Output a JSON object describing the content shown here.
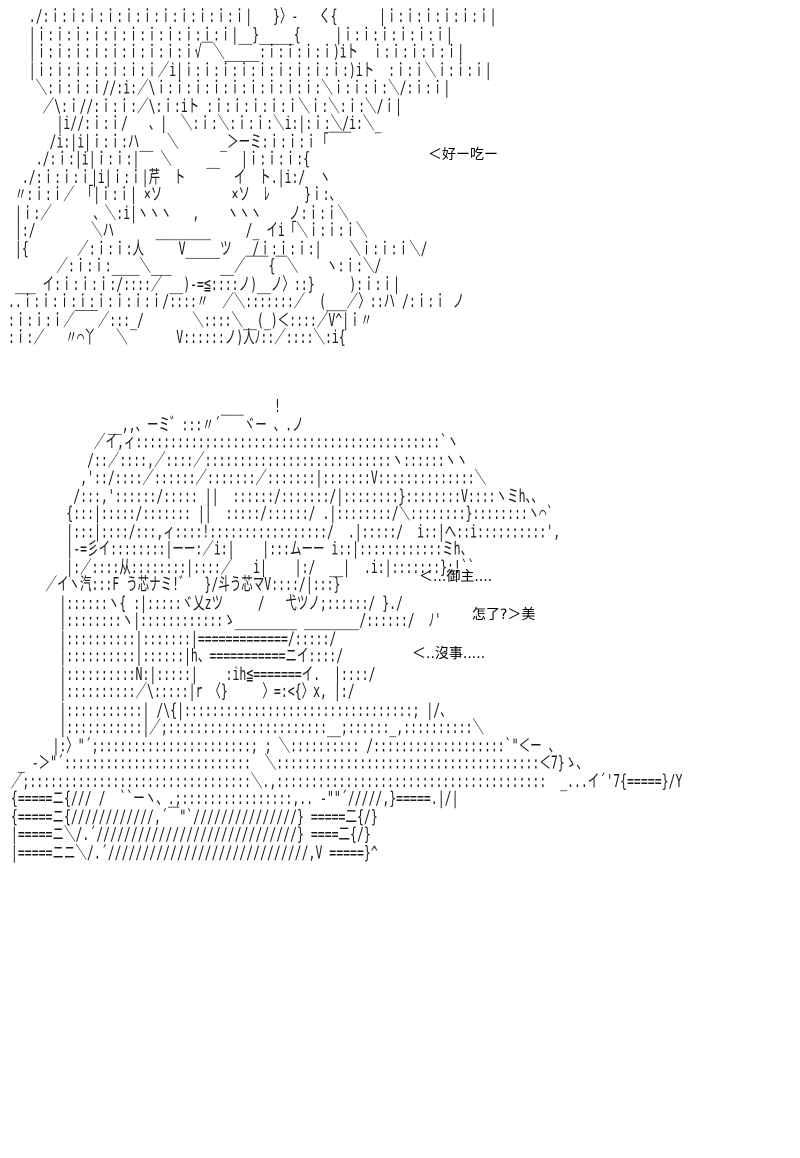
{
  "dialogue": {
    "line1": "＜好ー吃ー",
    "line2": "＜...御主....",
    "line3": "怎了?＞美",
    "line4": "＜..沒事....."
  },
  "art": {
    "top": "   ./:ｉ:ｉ:ｉ:ｉ:ｉ:ｉ:ｉ:ｉ:ｉ:ｉ:ｉ|   }〉-   く{      |ｉ:ｉ:ｉ:ｉ:ｉ:ｉ|\n   |ｉ:ｉ:ｉ:ｉ:ｉ:ｉ:ｉ:ｉ:ｉ:ｉ:ｉ|__}_____{     |ｉ:ｉ:ｉ:ｉ:ｉ:ｉ|\n   |ｉ:ｉ:ｉ:ｉ:ｉ:ｉ:ｉ:ｉ:ｉ√￣＼_____:ｉ:ｉ:ｉ:ｉ)iト  ｉ:ｉ:ｉ:ｉ:ｉ|\n   |ｉ:ｉ:ｉ:ｉ:ｉ:ｉ:ｉ／i|ｉ:ｉ:ｉ:ｉ:ｉ:ｉ:ｉ:ｉ:ｉ:)iト  :ｉ:ｉ＼ｉ:ｉ:ｉ|\n    ＼:ｉ:ｉ:ｉ//:i:／\\ｉ:ｉ:ｉ:ｉ:ｉ:ｉ:ｉ:ｉ:ｉ:＼ｉ:ｉ:ｉ:＼/:ｉ:ｉ|\n     ／\\:ｉ//:ｉ:ｉ:／\\:ｉ:iト :ｉ:ｉ:ｉ:ｉ:ｉ＼ｉ:＼:ｉ:＼/ｉ|\n       |i//:ｉ:ｉ/   、|  ＼:ｉ:＼:ｉ:ｉ:＼i:|:ｉ:＼/i:＼_\n      /i:|i|ｉ:ｉ:ハ__  ＼      _＞ーミ:ｉ:ｉ:ｉ「￣￣\n    ./:ｉ:|i|ｉ:ｉ:|   ＼     __   |ｉ:ｉ:ｉ:{\n  ./:ｉ:ｉ:ｉ|i|ｉ:ｉ|芹  ト       イ  ト.|i:/  ヽ\n 〃:ｉ:ｉ／ 「|ｉ:ｉ| ×ソ          ×ソ  ﾚ     }ｉ:、\n |ｉ:／      、＼:i|ヽヽヽ   ,    ヽヽヽ    ノ:ｉ:ｉ＼\n |:/        ＼ハ      ________     /_ イi「＼ｉ:ｉ:ｉ＼\n |{       ／:ｉ:ｉ:人     V_____ツ   /ｉ:ｉ:ｉ:|    ＼ｉ:ｉ:ｉ＼/\n       ／:ｉ:ｉ:____＼___       __／￣￣{￣＼    ヽ:ｉ:＼/\n ___ イ:ｉ:ｉ:ｉ:/::::／ __)-=≦::::ノ)__ノ〉::}     ):ｉ:ｉ|\n..ｉ:ｉ:ｉ:ｉ:ｉ:ｉ:ｉ:ｉ/::::〃  ／＼:::::::／  (___／〉::ハ /:ｉ:ｉ ノ\n:ｉ:ｉ:ｉ／￣￣／:::_/       ＼::::＼__(_)＜::::／V^|ｉ〃\n:ｉ:／   〃⌒丫   ＼       V::::::ノ)人ﾉ::／::::＼:i{",
    "bottom": "                                       !\n               __,,、ーミ゛:::〃´￣￣ヾー 、.ノ\n             ／イ,ィ::::::::::::::::::::::::::::::::::::::::::::`ヽ\n            /::／::::,／::::／:::::::::::::::::::::::::::ヽ::::::ヽヽ\n           ,'::/::::／::::::／:::::::／:::::::|:::::::V::::::::::::::＼\n          /:::,'::::::/::::: ||  ::::::/:::::::/|::::::::}::::::::V::::ヽミh、、\n         {:::|:::::/::::::: ||  :::::/::::::/ .|::::::::/＼::::::::}::::::::ヽ⌒`\n         |:::|::::/:::,ィ::::!:::::::::::::::::/  .|:::::/  i::|へ::i::::::::::',\n         |-=彡イ::::::::|ーー:／i:|    |:::ムーー i::|::::::::::::ミh、\n         |:／::::从::::::::|::::／   i|    |:/  __|  .i:|:::::::}:!``\n      ／イヽ汽:::F う芯ナミ!゛  }/斗う芯マV::::/|:::}\n        |::::::ヽ{ :|:::::ヾ乂zツ     /   弋ツノ;::::::/ }./\n        |::::::::ヽ|::::::::::::ゝ_________ ________/::::::/  ﾉ'\n        |::::::::::|:::::::|=============/:::::/\n        |::::::::::|::::::|h、===========ニイ::::/\n        |::::::::::N:|:::::|    :ih≦=======イ.  |::::/\n        |::::::::::／\\:::::|r 〈}     〉=:<{〉x, |:/\n        |:::::::::::| /\\{|:::::::::::::::::::::::::::::::::; |/、\n        |:::::::::::|／;:::::::::::::::::::::::__;::::::_,::::::::::＼\n       |:〉\"´;::::::::::::::::::::::; ; ＼:::::::::: /:::::::::::::::::::`\"＜ー 、\n  _ -＞\"´:::::::::::::::::::::::::::  ＼::::::::::::::::::::::::::::::::::::::＜7}ゝ、\n ／;::::::::::::::::::::::::::::::::＼.,:::::::::::::::::::::::::::::::::::::::  _...イ´'7{=====}/Y\n {=====ニ{/// /  ``ーヽ、.;::::::::::::::::,.. -\"\"´/////,}=====.|/|\n {=====ニ{////////////,´￣\"`///////////////} =====二{/}\n |=====ニ＼/.´/////////////////////////////} ====二{/}\n |=====ニニ＼/.´/////////////////////////////,V =====}^"
  }
}
